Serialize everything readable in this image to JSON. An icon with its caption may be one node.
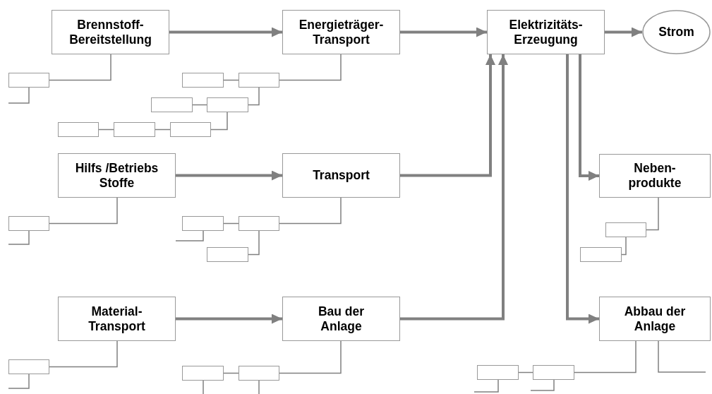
{
  "diagram": {
    "nodes": [
      {
        "text": [
          "Brennstoff- Bereitstellung"
        ]
      },
      {
        "text": [
          "Energieträger- Transport"
        ]
      },
      {
        "text": [
          "Elektrizitäts- Erzeugung"
        ]
      },
      {
        "text": [
          "Strom"
        ]
      },
      {
        "text": [],
        "shape": "box"
      },
      {
        "text": [],
        "shape": "box"
      },
      {
        "text": [],
        "shape": "box"
      },
      {
        "text": [],
        "shape": "box"
      },
      {
        "text": [],
        "shape": "box"
      },
      {
        "text": [],
        "shape": "box"
      },
      {
        "text": [],
        "shape": "box"
      },
      {
        "text": [],
        "shape": "box"
      },
      {
        "text": [
          "Hilfs /Betriebs Stoffe"
        ]
      },
      {
        "text": [
          "Transport"
        ]
      },
      {
        "text": [
          "Neben- produkte"
        ]
      },
      {
        "text": [],
        "shape": "box"
      },
      {
        "text": [],
        "shape": "box"
      },
      {
        "text": [],
        "shape": "box"
      },
      {
        "text": [],
        "shape": "box"
      },
      {
        "text": [],
        "shape": "box"
      },
      {
        "text": [],
        "shape": "box"
      },
      {
        "text": [
          "Material- Transport"
        ]
      },
      {
        "text": [
          "Bau der Anlage"
        ]
      },
      {
        "text": [
          "Abbau der Anlage"
        ]
      },
      {
        "text": [],
        "shape": "box"
      },
      {
        "text": [],
        "shape": "box"
      },
      {
        "text": [],
        "shape": "box"
      },
      {
        "text": [],
        "shape": "box"
      },
      {
        "text": [],
        "shape": "box"
      }
    ],
    "edges": [
      {
        "from": 0,
        "to": 1,
        "arrow": "to",
        "style": "thick"
      },
      {
        "from": 1,
        "to": 2,
        "arrow": "to",
        "style": "thick"
      },
      {
        "from": 2,
        "to": 3,
        "arrow": "to",
        "style": "thick"
      },
      {
        "from": 12,
        "to": 13,
        "arrow": "to",
        "style": "thick"
      },
      {
        "from": 13,
        "to": 2,
        "arrow": "to",
        "style": "thick"
      },
      {
        "from": 21,
        "to": 22,
        "arrow": "to",
        "style": "thick"
      },
      {
        "from": 22,
        "to": 2,
        "arrow": "to",
        "style": "thick"
      },
      {
        "from": 2,
        "to": 14,
        "arrow": "to",
        "style": "thick"
      },
      {
        "from": 2,
        "to": 23,
        "arrow": "to",
        "style": "thick"
      },
      {
        "from": 0,
        "to": 4,
        "arrow": "none"
      },
      {
        "from": 4,
        "to": null,
        "arrow": "none"
      },
      {
        "from": 1,
        "to": 6,
        "arrow": "none"
      },
      {
        "from": 6,
        "to": 5,
        "arrow": "none"
      },
      {
        "from": 6,
        "to": 8,
        "arrow": "none"
      },
      {
        "from": 8,
        "to": 7,
        "arrow": "none"
      },
      {
        "from": 8,
        "to": 11,
        "arrow": "none"
      },
      {
        "from": 11,
        "to": 10,
        "arrow": "none"
      },
      {
        "from": 10,
        "to": 9,
        "arrow": "none"
      },
      {
        "from": 12,
        "to": 15,
        "arrow": "none"
      },
      {
        "from": 15,
        "to": null,
        "arrow": "none"
      },
      {
        "from": 13,
        "to": 17,
        "arrow": "none"
      },
      {
        "from": 17,
        "to": 16,
        "arrow": "none"
      },
      {
        "from": 16,
        "to": null,
        "arrow": "none"
      },
      {
        "from": 17,
        "to": 19,
        "arrow": "none"
      },
      {
        "from": 14,
        "to": 18,
        "arrow": "none"
      },
      {
        "from": 18,
        "to": 20,
        "arrow": "none"
      },
      {
        "from": 21,
        "to": 24,
        "arrow": "none"
      },
      {
        "from": 24,
        "to": null,
        "arrow": "none"
      },
      {
        "from": 22,
        "to": 26,
        "arrow": "none"
      },
      {
        "from": 26,
        "to": 25,
        "arrow": "none"
      },
      {
        "from": 25,
        "to": null,
        "arrow": "none"
      },
      {
        "from": 26,
        "to": null,
        "arrow": "none"
      },
      {
        "from": 23,
        "to": 28,
        "arrow": "none"
      },
      {
        "from": 28,
        "to": 27,
        "arrow": "none"
      },
      {
        "from": 27,
        "to": null,
        "arrow": "none"
      },
      {
        "from": 28,
        "to": null,
        "arrow": "none"
      },
      {
        "from": 23,
        "to": null,
        "arrow": "none"
      }
    ]
  }
}
